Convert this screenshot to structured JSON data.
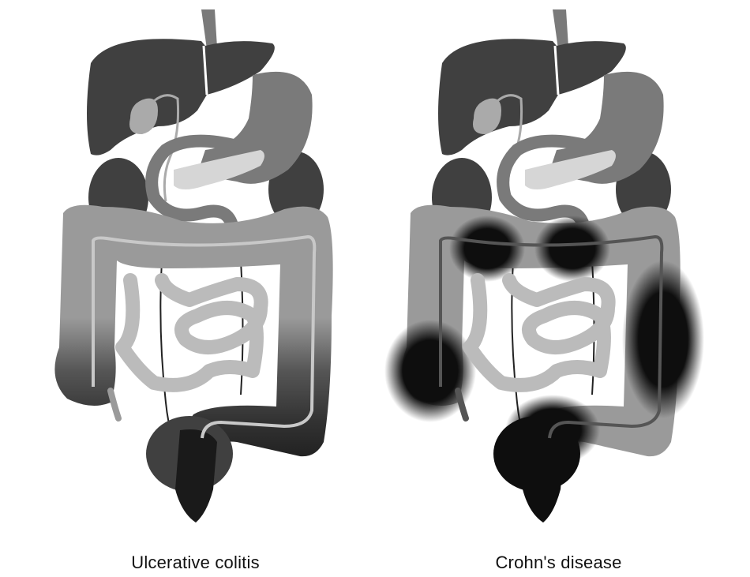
{
  "figure": {
    "type": "comparative anatomical diagram",
    "panels": [
      {
        "id": "ulcerative-colitis",
        "caption": "Ulcerative colitis",
        "affected_regions": [
          "descending colon",
          "sigmoid colon",
          "rectum"
        ],
        "pattern": "continuous inflammation, increasing toward rectum"
      },
      {
        "id": "crohns-disease",
        "caption": "Crohn's disease",
        "affected_regions": [
          "transverse colon (two patches)",
          "cecum",
          "descending colon",
          "sigmoid colon",
          "rectum"
        ],
        "pattern": "patchy (skip lesions)"
      }
    ]
  },
  "colors": {
    "liver": "#404040",
    "stomach": "#7a7a7a",
    "pancreas": "#d6d6d6",
    "gallbladder": "#aaaaaa",
    "small_intestine": "#bbbbbb",
    "colon": "#9a9a9a",
    "inflamed": "#0e0e0e",
    "background": "#ffffff"
  }
}
